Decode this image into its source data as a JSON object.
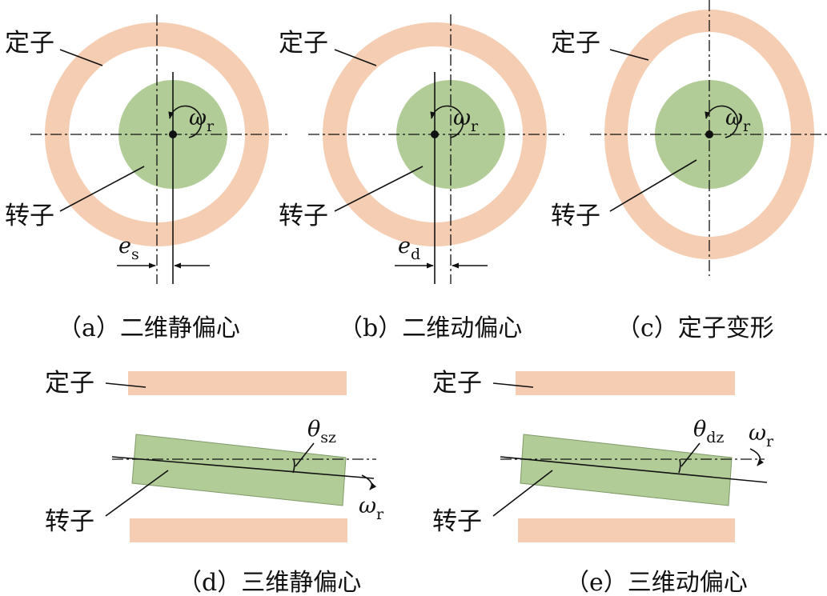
{
  "labels": {
    "stator": "定子",
    "rotor": "转子",
    "omega": "ω",
    "omega_sub": "r"
  },
  "panels": {
    "a": {
      "caption": "（a）二维静偏心",
      "offset_symbol": "e",
      "offset_sub": "s"
    },
    "b": {
      "caption": "（b）二维动偏心",
      "offset_symbol": "e",
      "offset_sub": "d"
    },
    "c": {
      "caption": "（c）定子变形"
    },
    "d": {
      "caption": "（d）三维静偏心",
      "angle_symbol": "θ",
      "angle_sub": "sz"
    },
    "e": {
      "caption": "（e）三维动偏心",
      "angle_symbol": "θ",
      "angle_sub": "dz"
    }
  },
  "colors": {
    "stator": "#f5cdb2",
    "rotor": "#b2cc98",
    "line": "#111111"
  }
}
